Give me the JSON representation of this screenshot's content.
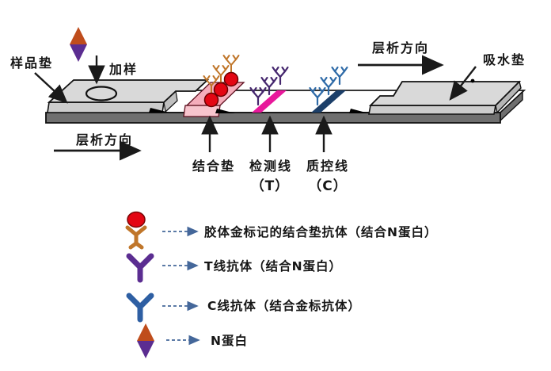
{
  "diagram": {
    "labels": {
      "sample_pad": "样品垫",
      "add_sample": "加样",
      "flow_direction_left": "层析方向",
      "flow_direction_right": "层析方向",
      "absorbent_pad": "吸水垫",
      "conjugate_pad": "结合垫",
      "test_line": "检测线",
      "test_line_tag": "（T）",
      "control_line": "质控线",
      "control_line_tag": "（C）"
    }
  },
  "legend": {
    "items": [
      {
        "icon": "gold-labeled-conjugate-antibody-icon",
        "label": "胶体金标记的结合垫抗体（结合N蛋白）"
      },
      {
        "icon": "t-line-antibody-icon",
        "label": "T线抗体（结合N蛋白）"
      },
      {
        "icon": "c-line-antibody-icon",
        "label": "C线抗体（结合金标抗体）"
      },
      {
        "icon": "n-protein-icon",
        "label": "N蛋白"
      }
    ]
  },
  "colors": {
    "outline": "#1a1a1a",
    "strip_base_gray": "#6f6f6f",
    "pad_gray": "#d9d9d9",
    "pad_gray_front": "#cccccc",
    "conjugate_pad_pink": "#f5adbb",
    "conjugate_pad_front_pink": "#f7c4cd",
    "gold_red": "#e30613",
    "gold_antibody_tan": "#c0762a",
    "t_line_magenta": "#e8189b",
    "t_line_antibody_purple": "#45276e",
    "c_line_navy": "#1c3f69",
    "c_line_antibody_blue": "#2f6ba8",
    "legend_antibody_purple": "#5b2d91",
    "legend_antibody_blue": "#2e5fa3",
    "n_protein_top": "#bf4d1c",
    "n_protein_bottom": "#5b2d91",
    "legend_arrow_blue": "#44679a"
  }
}
